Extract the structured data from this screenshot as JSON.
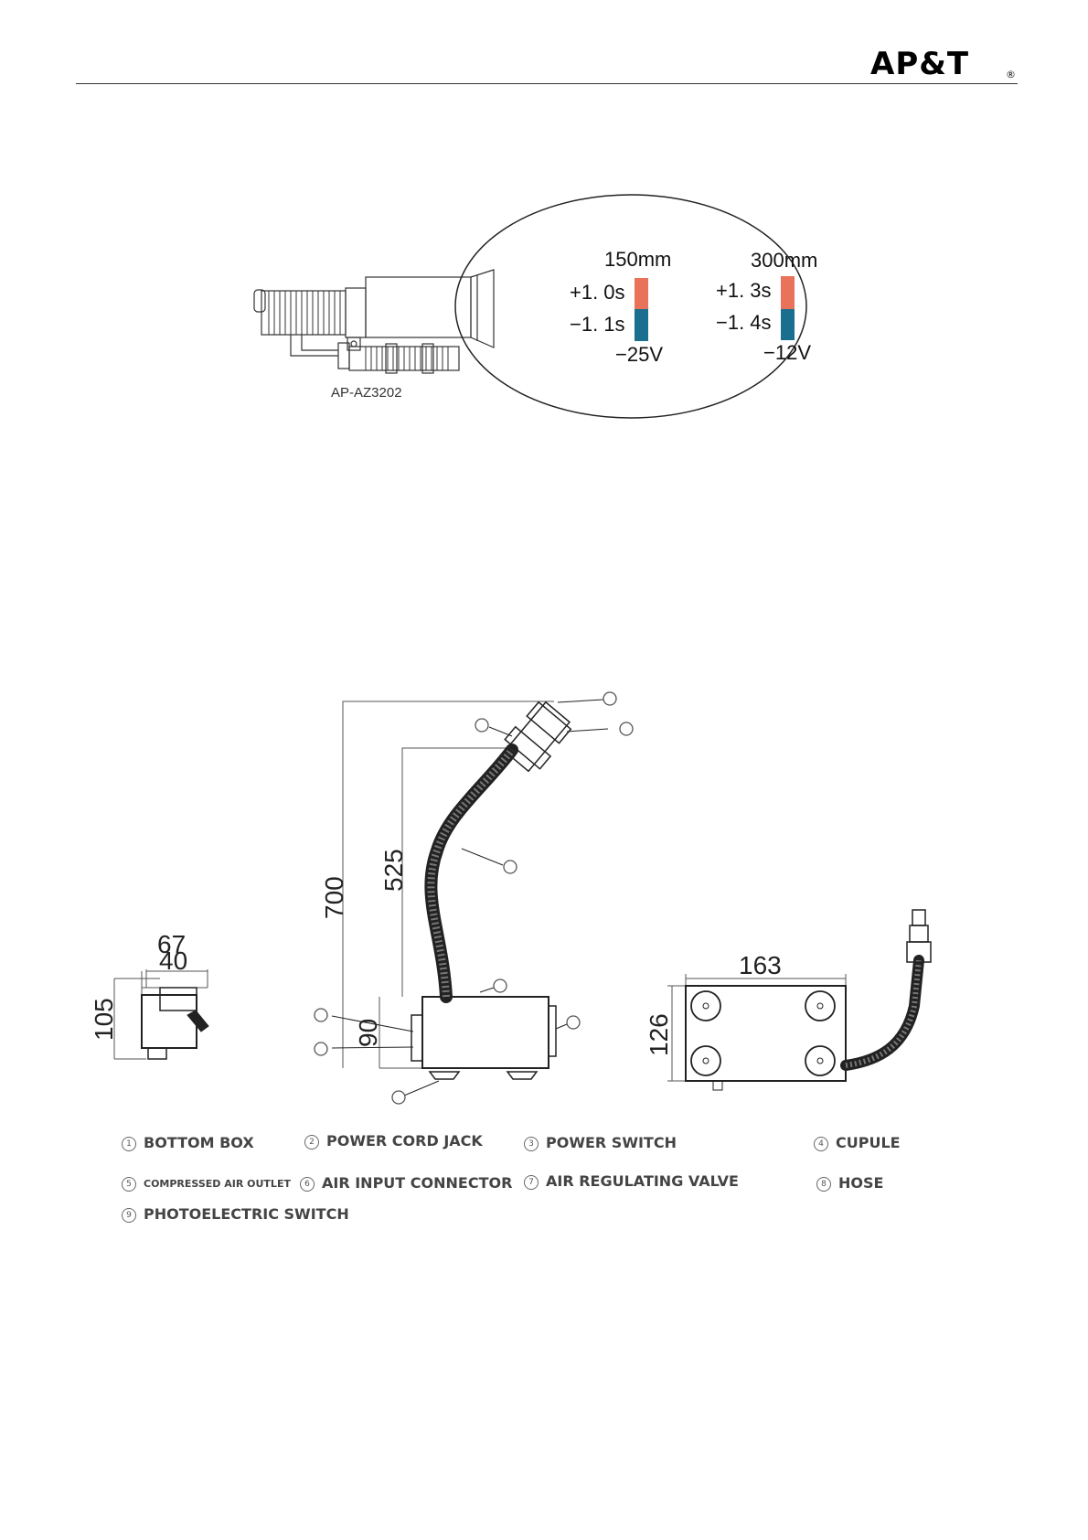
{
  "header": {
    "logo": "AP&T",
    "registered": "®"
  },
  "figure1": {
    "model": "AP-AZ3202",
    "left": {
      "distance": "150mm",
      "pos_time": "+1. 0s",
      "neg_time": "−1. 1s",
      "voltage": "−25V"
    },
    "right": {
      "distance": "300mm",
      "pos_time": "+1. 3s",
      "neg_time": "−1. 4s",
      "voltage": "−12V"
    },
    "colors": {
      "positive": "#e8735a",
      "negative": "#1a6e8e"
    }
  },
  "figure2": {
    "dims": {
      "d700": "700",
      "d525": "525",
      "d90": "90",
      "d67": "67",
      "d40": "40",
      "d105": "105",
      "d163": "163",
      "d126": "126"
    }
  },
  "legend": [
    {
      "num": "1",
      "label": "BOTTOM BOX"
    },
    {
      "num": "2",
      "label": "POWER CORD JACK"
    },
    {
      "num": "3",
      "label": "POWER SWITCH"
    },
    {
      "num": "4",
      "label": "CUPULE"
    },
    {
      "num": "5",
      "label": "COMPRESSED AIR OUTLET"
    },
    {
      "num": "6",
      "label": "AIR INPUT CONNECTOR"
    },
    {
      "num": "7",
      "label": "AIR REGULATING VALVE"
    },
    {
      "num": "8",
      "label": "HOSE"
    },
    {
      "num": "9",
      "label": "PHOTOELECTRIC SWITCH"
    }
  ]
}
